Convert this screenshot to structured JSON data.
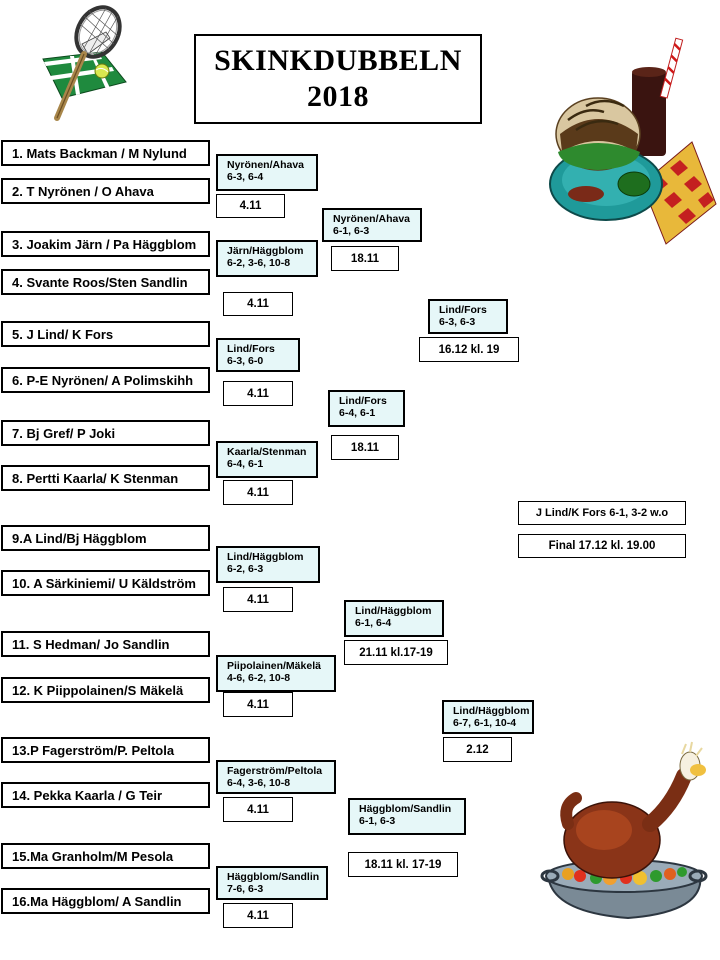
{
  "title": {
    "line1": "SKINKDUBBELN",
    "line2": "2018"
  },
  "teams": [
    "1. Mats Backman / M Nylund",
    "2. T Nyrönen  / O Ahava",
    "3. Joakim Järn  / Pa Häggblom",
    "4. Svante Roos/Sten  Sandlin",
    "5. J Lind/ K Fors",
    "6. P-E Nyrönen/  A Polimskihh",
    "7. Bj Gref/ P Joki",
    "8. Pertti Kaarla/ K Stenman",
    "9.A Lind/Bj Häggblom",
    "10. A  Särkiniemi/ U Käldström",
    "11.  S Hedman/ Jo Sandlin",
    "12. K Piippolainen/S Mäkelä",
    "13.P Fagerström/P. Peltola",
    "14. Pekka Kaarla / G Teir",
    "15.Ma Granholm/M Pesola",
    "16.Ma Häggblom/  A Sandlin"
  ],
  "round1": [
    {
      "winner": "Nyrönen/Ahava",
      "score": "6-3, 6-4",
      "date": "4.11"
    },
    {
      "winner": "Järn/Häggblom",
      "score": "6-2, 3-6, 10-8",
      "date": "4.11"
    },
    {
      "winner": "Lind/Fors",
      "score": "6-3, 6-0",
      "date": "4.11"
    },
    {
      "winner": "Kaarla/Stenman",
      "score": "6-4, 6-1",
      "date": "4.11"
    },
    {
      "winner": "Lind/Häggblom",
      "score": "6-2, 6-3",
      "date": "4.11"
    },
    {
      "winner": "Piipolainen/Mäkelä",
      "score": "4-6, 6-2, 10-8",
      "date": "4.11"
    },
    {
      "winner": "Fagerström/Peltola",
      "score": "6-4, 3-6, 10-8",
      "date": "4.11"
    },
    {
      "winner": "Häggblom/Sandlin",
      "score": "7-6, 6-3",
      "date": "4.11"
    }
  ],
  "round2": [
    {
      "winner": "Nyrönen/Ahava",
      "score": "6-1, 6-3",
      "date": "18.11"
    },
    {
      "winner": "Lind/Fors",
      "score": "6-4, 6-1",
      "date": "18.11"
    },
    {
      "winner": "Lind/Häggblom",
      "score": "6-1, 6-4",
      "date": "21.11 kl.17-19"
    },
    {
      "winner": "Häggblom/Sandlin",
      "score": "6-1, 6-3",
      "date": "18.11 kl. 17-19"
    }
  ],
  "round3": [
    {
      "winner": "Lind/Fors",
      "score": "6-3, 6-3",
      "date": "16.12 kl. 19"
    },
    {
      "winner": "Lind/Häggblom",
      "score": "6-7, 6-1, 10-4",
      "date": "2.12"
    }
  ],
  "final": {
    "result": "J Lind/K Fors 6-1, 3-2 w.o",
    "date": "Final  17.12 kl. 19.00"
  },
  "colors": {
    "result_box_bg": "#e6f7f8"
  },
  "icons": [
    "tennis-racket-icon",
    "burger-meal-icon",
    "roast-turkey-icon"
  ]
}
